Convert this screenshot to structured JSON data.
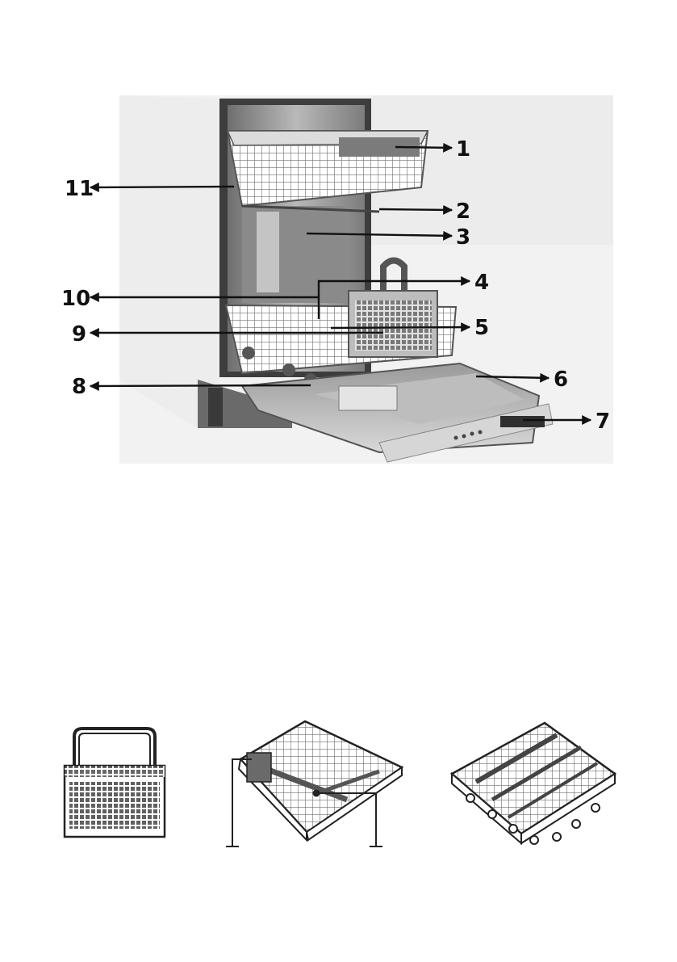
{
  "diagram": {
    "callouts": [
      {
        "id": "1",
        "label": "1"
      },
      {
        "id": "2",
        "label": "2"
      },
      {
        "id": "3",
        "label": "3"
      },
      {
        "id": "4",
        "label": "4"
      },
      {
        "id": "5",
        "label": "5"
      },
      {
        "id": "6",
        "label": "6"
      },
      {
        "id": "7",
        "label": "7"
      },
      {
        "id": "8",
        "label": "8"
      },
      {
        "id": "9",
        "label": "9"
      },
      {
        "id": "10",
        "label": "10"
      },
      {
        "id": "11",
        "label": "11"
      }
    ],
    "icons": [
      "dishwasher-photo",
      "cutlery-basket-icon",
      "upper-basket-icon",
      "lower-basket-icon"
    ]
  }
}
